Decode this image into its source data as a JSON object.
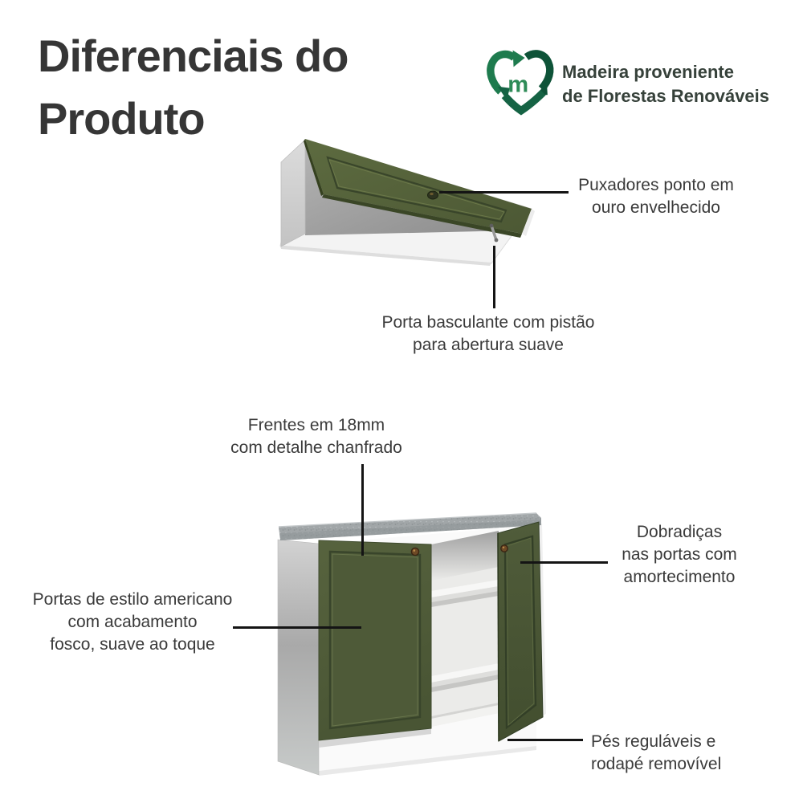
{
  "title": {
    "line1": "Diferenciais do",
    "line2": "Produto"
  },
  "badge": {
    "icon": "recycle-heart-icon",
    "letter": "m",
    "line1": "Madeira proveniente",
    "line2": "de Florestas Renováveis"
  },
  "callouts": {
    "puxadores": {
      "line1": "Puxadores ponto em",
      "line2": "ouro envelhecido"
    },
    "porta_basculante": {
      "line1": "Porta basculante com pistão",
      "line2": "para abertura suave"
    },
    "frentes": {
      "line1": "Frentes em 18mm",
      "line2": "com detalhe chanfrado"
    },
    "dobradicas": {
      "line1": "Dobradiças",
      "line2": "nas portas com",
      "line3": "amortecimento"
    },
    "portas_estilo": {
      "line1": "Portas de estilo americano",
      "line2": "com acabamento",
      "line3": "fosco, suave ao toque"
    },
    "pes": {
      "line1": "Pés reguláveis e",
      "line2": "rodapé removível"
    }
  },
  "colors": {
    "door_green": "#4f5b39",
    "logo_green": "#1e7b4e",
    "logo_green_dark": "#0e5338",
    "text_dark": "#3a3a3a",
    "countertop_gray": "#a1a6a8",
    "callout_line": "#141414"
  }
}
